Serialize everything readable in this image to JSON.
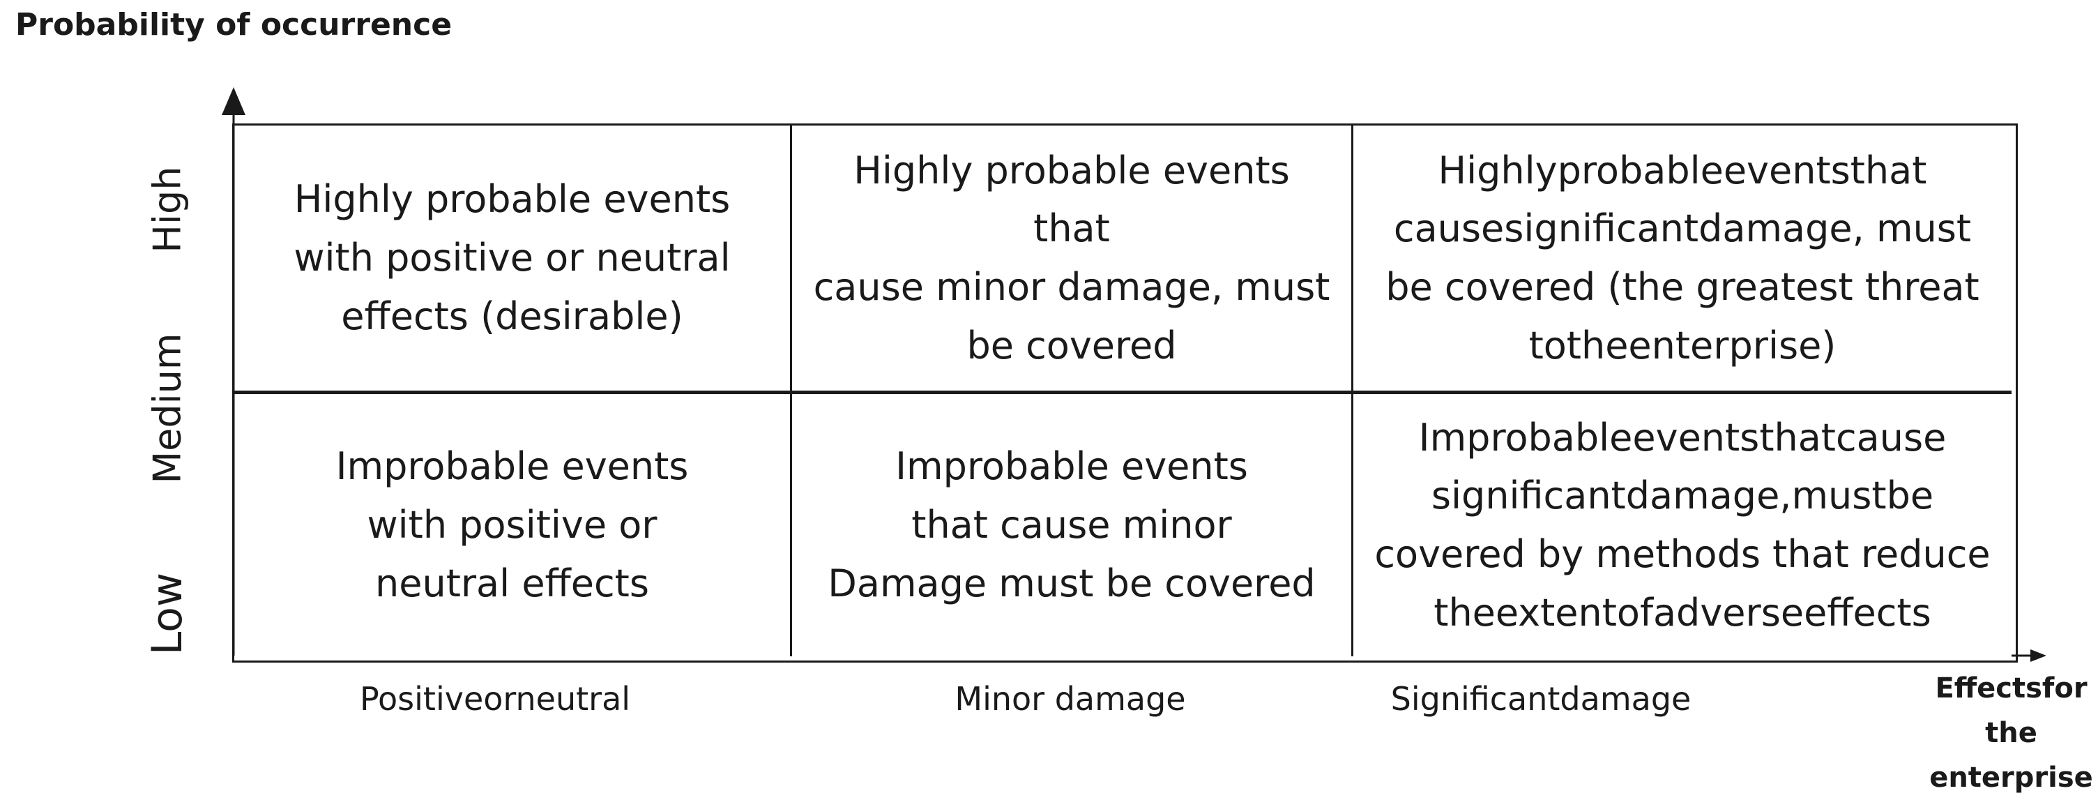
{
  "axes": {
    "y_title": "Probability of occurrence",
    "x_title_line1": "Effectsfor",
    "x_title_line2": "the enterprise",
    "y_levels": [
      "High",
      "Medium",
      "Low"
    ],
    "x_categories": [
      "Positiveorneutral",
      "Minor damage",
      "Significantdamage"
    ]
  },
  "cells": {
    "high_positive": "Highly probable events\nwith positive or neutral\neffects (desirable)",
    "high_minor": "Highly probable events that\ncause minor damage, must\nbe covered",
    "high_significant": "Highlyprobableeventsthat\ncausesignificantdamage, must\nbe covered (the greatest threat\ntotheenterprise)",
    "low_positive": "Improbable events\nwith positive or\nneutral effects",
    "low_minor": "Improbable events\nthat cause minor\nDamage must be covered",
    "low_significant": "Improbableeventsthatcause\nsignificantdamage,mustbe\ncovered by methods that reduce\ntheextentofadverseeffects"
  }
}
